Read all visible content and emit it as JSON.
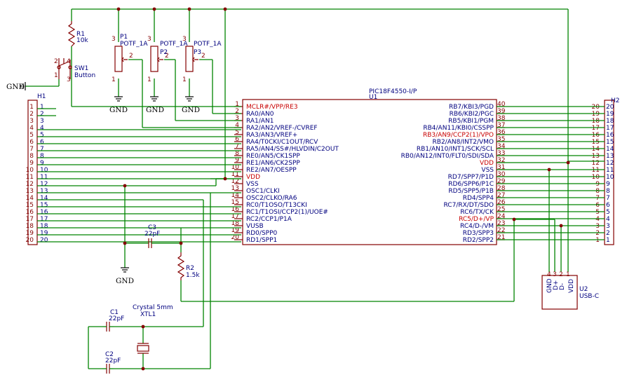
{
  "u1": {
    "ref": "U1",
    "value": "PIC18F4550-I/P",
    "left_pins": [
      {
        "num": "1",
        "name": "MCLR#/VPP/RE3",
        "red": true
      },
      {
        "num": "2",
        "name": "RA0/AN0",
        "red": false
      },
      {
        "num": "3",
        "name": "RA1/AN1",
        "red": false
      },
      {
        "num": "4",
        "name": "RA2/AN2/VREF-/CVREF",
        "red": false
      },
      {
        "num": "5",
        "name": "RA3/AN3/VREF+",
        "red": false
      },
      {
        "num": "6",
        "name": "RA4/T0CKI/C1OUT/RCV",
        "red": false
      },
      {
        "num": "7",
        "name": "RA5/AN4/SS#/HLVDIN/C2OUT",
        "red": false
      },
      {
        "num": "8",
        "name": "RE0/AN5/CK1SPP",
        "red": false
      },
      {
        "num": "9",
        "name": "RE1/AN6/CK2SPP",
        "red": false
      },
      {
        "num": "10",
        "name": "RE2/AN7/OESPP",
        "red": false
      },
      {
        "num": "11",
        "name": "VDD",
        "red": true
      },
      {
        "num": "12",
        "name": "VSS",
        "red": false
      },
      {
        "num": "13",
        "name": "OSC1/CLKI",
        "red": false
      },
      {
        "num": "14",
        "name": "OSC2/CLKO/RA6",
        "red": false
      },
      {
        "num": "15",
        "name": "RC0/T1OSO/T13CKI",
        "red": false
      },
      {
        "num": "16",
        "name": "RC1/T1OSI/CCP2(1)/UOE#",
        "red": false
      },
      {
        "num": "17",
        "name": "RC2/CCP1/P1A",
        "red": false
      },
      {
        "num": "18",
        "name": "VUSB",
        "red": false
      },
      {
        "num": "19",
        "name": "RD0/SPP0",
        "red": false
      },
      {
        "num": "20",
        "name": "RD1/SPP1",
        "red": false
      }
    ],
    "right_pins": [
      {
        "num": "40",
        "name": "RB7/KBI3/PGD",
        "red": false
      },
      {
        "num": "39",
        "name": "RB6/KBI2/PGC",
        "red": false
      },
      {
        "num": "38",
        "name": "RB5/KBI1/PGM",
        "red": false
      },
      {
        "num": "37",
        "name": "RB4/AN11/KBI0/CSSPP",
        "red": false
      },
      {
        "num": "36",
        "name": "RB3/AN9/CCP2(1)/VPO",
        "red": true
      },
      {
        "num": "35",
        "name": "RB2/AN8/INT2/VMO",
        "red": false
      },
      {
        "num": "34",
        "name": "RB1/AN10/INT1/SCK/SCL",
        "red": false
      },
      {
        "num": "33",
        "name": "RB0/AN12/INT0/FLT0/SDI/SDA",
        "red": false
      },
      {
        "num": "32",
        "name": "VDD",
        "red": true
      },
      {
        "num": "31",
        "name": "VSS",
        "red": false
      },
      {
        "num": "30",
        "name": "RD7/SPP7/P1D",
        "red": false
      },
      {
        "num": "29",
        "name": "RD6/SPP6/P1C",
        "red": false
      },
      {
        "num": "28",
        "name": "RD5/SPP5/P1B",
        "red": false
      },
      {
        "num": "27",
        "name": "RD4/SPP4",
        "red": false
      },
      {
        "num": "26",
        "name": "RC7/RX/DT/SDO",
        "red": false
      },
      {
        "num": "25",
        "name": "RC6/TX/CK",
        "red": false
      },
      {
        "num": "24",
        "name": "RC5/D+/VP",
        "red": true
      },
      {
        "num": "23",
        "name": "RC4/D-/VM",
        "red": false
      },
      {
        "num": "22",
        "name": "RD3/SPP3",
        "red": false
      },
      {
        "num": "21",
        "name": "RD2/SPP2",
        "red": false
      }
    ]
  },
  "h1": {
    "ref": "H1",
    "pins": [
      "1",
      "2",
      "3",
      "4",
      "5",
      "6",
      "7",
      "8",
      "9",
      "10",
      "11",
      "12",
      "13",
      "14",
      "15",
      "16",
      "17",
      "18",
      "19",
      "20"
    ]
  },
  "h2": {
    "ref": "H2",
    "pins": [
      "20",
      "19",
      "18",
      "17",
      "16",
      "15",
      "14",
      "13",
      "12",
      "11",
      "10",
      "9",
      "8",
      "7",
      "6",
      "5",
      "4",
      "3",
      "2",
      "1"
    ]
  },
  "r1": {
    "ref": "R1",
    "value": "10k"
  },
  "r2": {
    "ref": "R2",
    "value": "1.5k"
  },
  "sw1": {
    "ref": "SW1",
    "value": "Button",
    "pin1": "1",
    "pin2": "2",
    "pin3": "3",
    "pin4": "4"
  },
  "pots": [
    {
      "ref": "P1",
      "value": "POTF_1A",
      "pin1": "1",
      "pin2": "2",
      "pin3": "3"
    },
    {
      "ref": "P2",
      "value": "POTF_1A",
      "pin1": "1",
      "pin2": "2",
      "pin3": "3"
    },
    {
      "ref": "P3",
      "value": "POTF_1A",
      "pin1": "1",
      "pin2": "2",
      "pin3": "3"
    }
  ],
  "c1": {
    "ref": "C1",
    "value": "22pF"
  },
  "c2": {
    "ref": "C2",
    "value": "22pF"
  },
  "c3": {
    "ref": "C3",
    "value": "22pF"
  },
  "xtl1": {
    "ref": "XTL1",
    "value": "Crystal 5mm"
  },
  "u2": {
    "ref": "U2",
    "value": "USB-C",
    "pins": [
      {
        "num": "4",
        "name": "GND"
      },
      {
        "num": "3",
        "name": "D+"
      },
      {
        "num": "2",
        "name": "D-"
      },
      {
        "num": "1",
        "name": "VDD"
      }
    ]
  },
  "gnd_label": "GND"
}
